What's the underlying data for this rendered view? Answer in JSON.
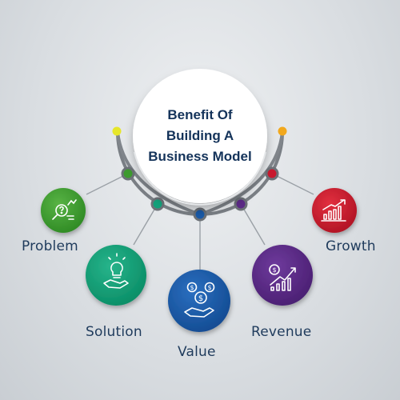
{
  "title": {
    "line1": "Benefit Of",
    "line2": "Building A",
    "line3": "Business Model"
  },
  "nodes": [
    {
      "key": "problem",
      "label": "Problem",
      "color": "#3d9a2e",
      "icon": "magnifier-question-icon"
    },
    {
      "key": "solution",
      "label": "Solution",
      "color": "#12a07a",
      "icon": "lightbulb-hand-icon"
    },
    {
      "key": "value",
      "label": "Value",
      "color": "#1a5aa8",
      "icon": "dollar-hand-icon"
    },
    {
      "key": "revenue",
      "label": "Revenue",
      "color": "#5b2a86",
      "icon": "revenue-chart-icon"
    },
    {
      "key": "growth",
      "label": "Growth",
      "color": "#c8192e",
      "icon": "growth-chart-icon"
    }
  ],
  "colors": {
    "arc": "#7a7f85",
    "connector": "#9aa0a6",
    "dot_left": "#e6e62a",
    "dot_right": "#f2a81d",
    "text": "#1f3b5c"
  }
}
